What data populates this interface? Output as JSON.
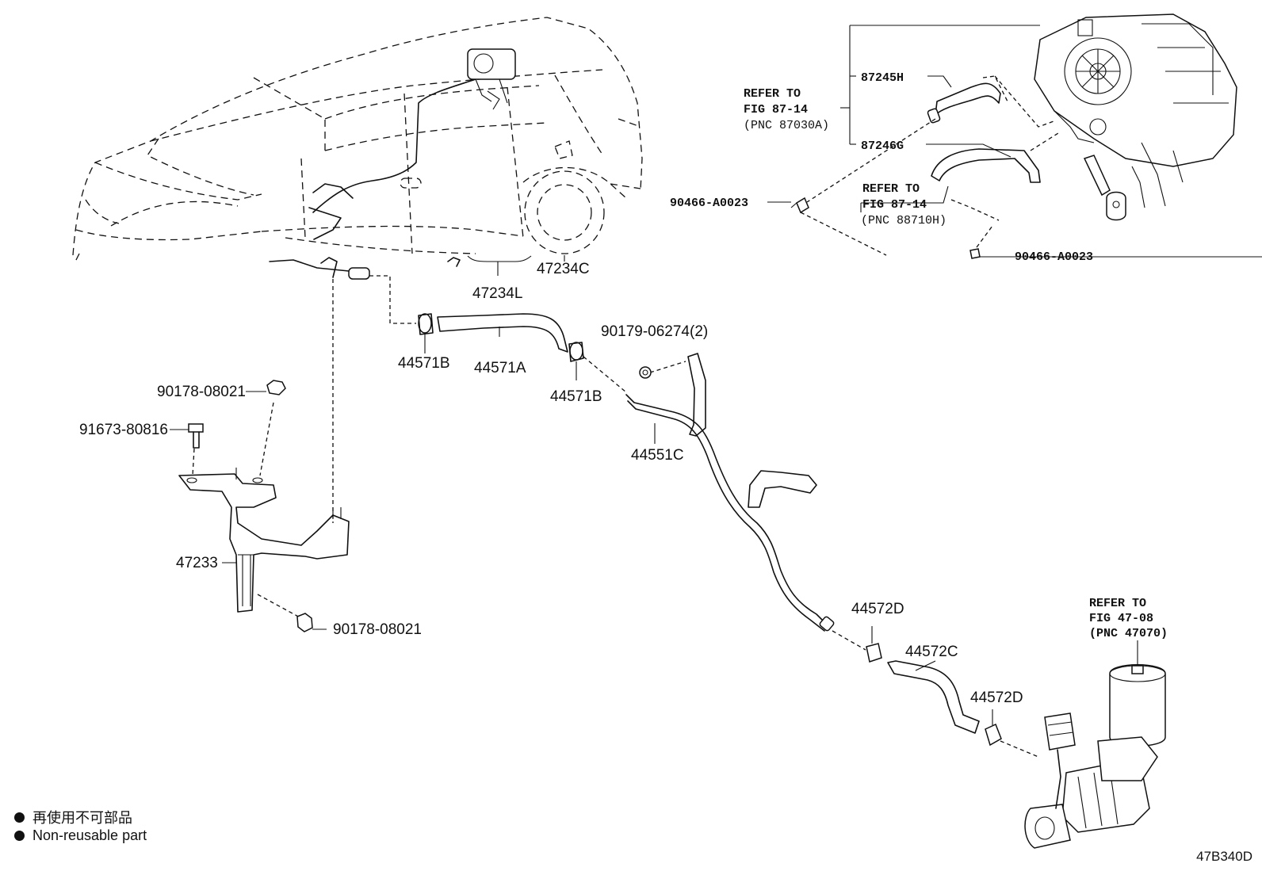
{
  "labels": {
    "l47234C": "47234C",
    "l47234L": "47234L",
    "l44571B_a": "44571B",
    "l44571A": "44571A",
    "l44571B_b": "44571B",
    "l90179": "90179-06274(2)",
    "l44551C": "44551C",
    "l90178_top": "90178-08021",
    "l91673": "91673-80816",
    "l47233": "47233",
    "l90178_bot": "90178-08021",
    "l44572D_a": "44572D",
    "l44572C": "44572C",
    "l44572D_b": "44572D",
    "l87245H": "87245H",
    "l87246G": "87246G",
    "l90466_a": "90466-A0023",
    "l90466_b": "90466-A0023"
  },
  "refers": {
    "r1_line1": "REFER TO",
    "r1_line2": "FIG 87-14",
    "r1_line3": "(PNC 87030A)",
    "r2_line1": "REFER TO",
    "r2_line2": "FIG 87-14",
    "r2_line3": "(PNC 88710H)",
    "r3_line1": "REFER TO",
    "r3_line2": "FIG 47-08",
    "r3_line3": "(PNC 47070)"
  },
  "legend": {
    "jp": "再使用不可部品",
    "en": "Non-reusable part"
  },
  "figure_code": "47B340D"
}
